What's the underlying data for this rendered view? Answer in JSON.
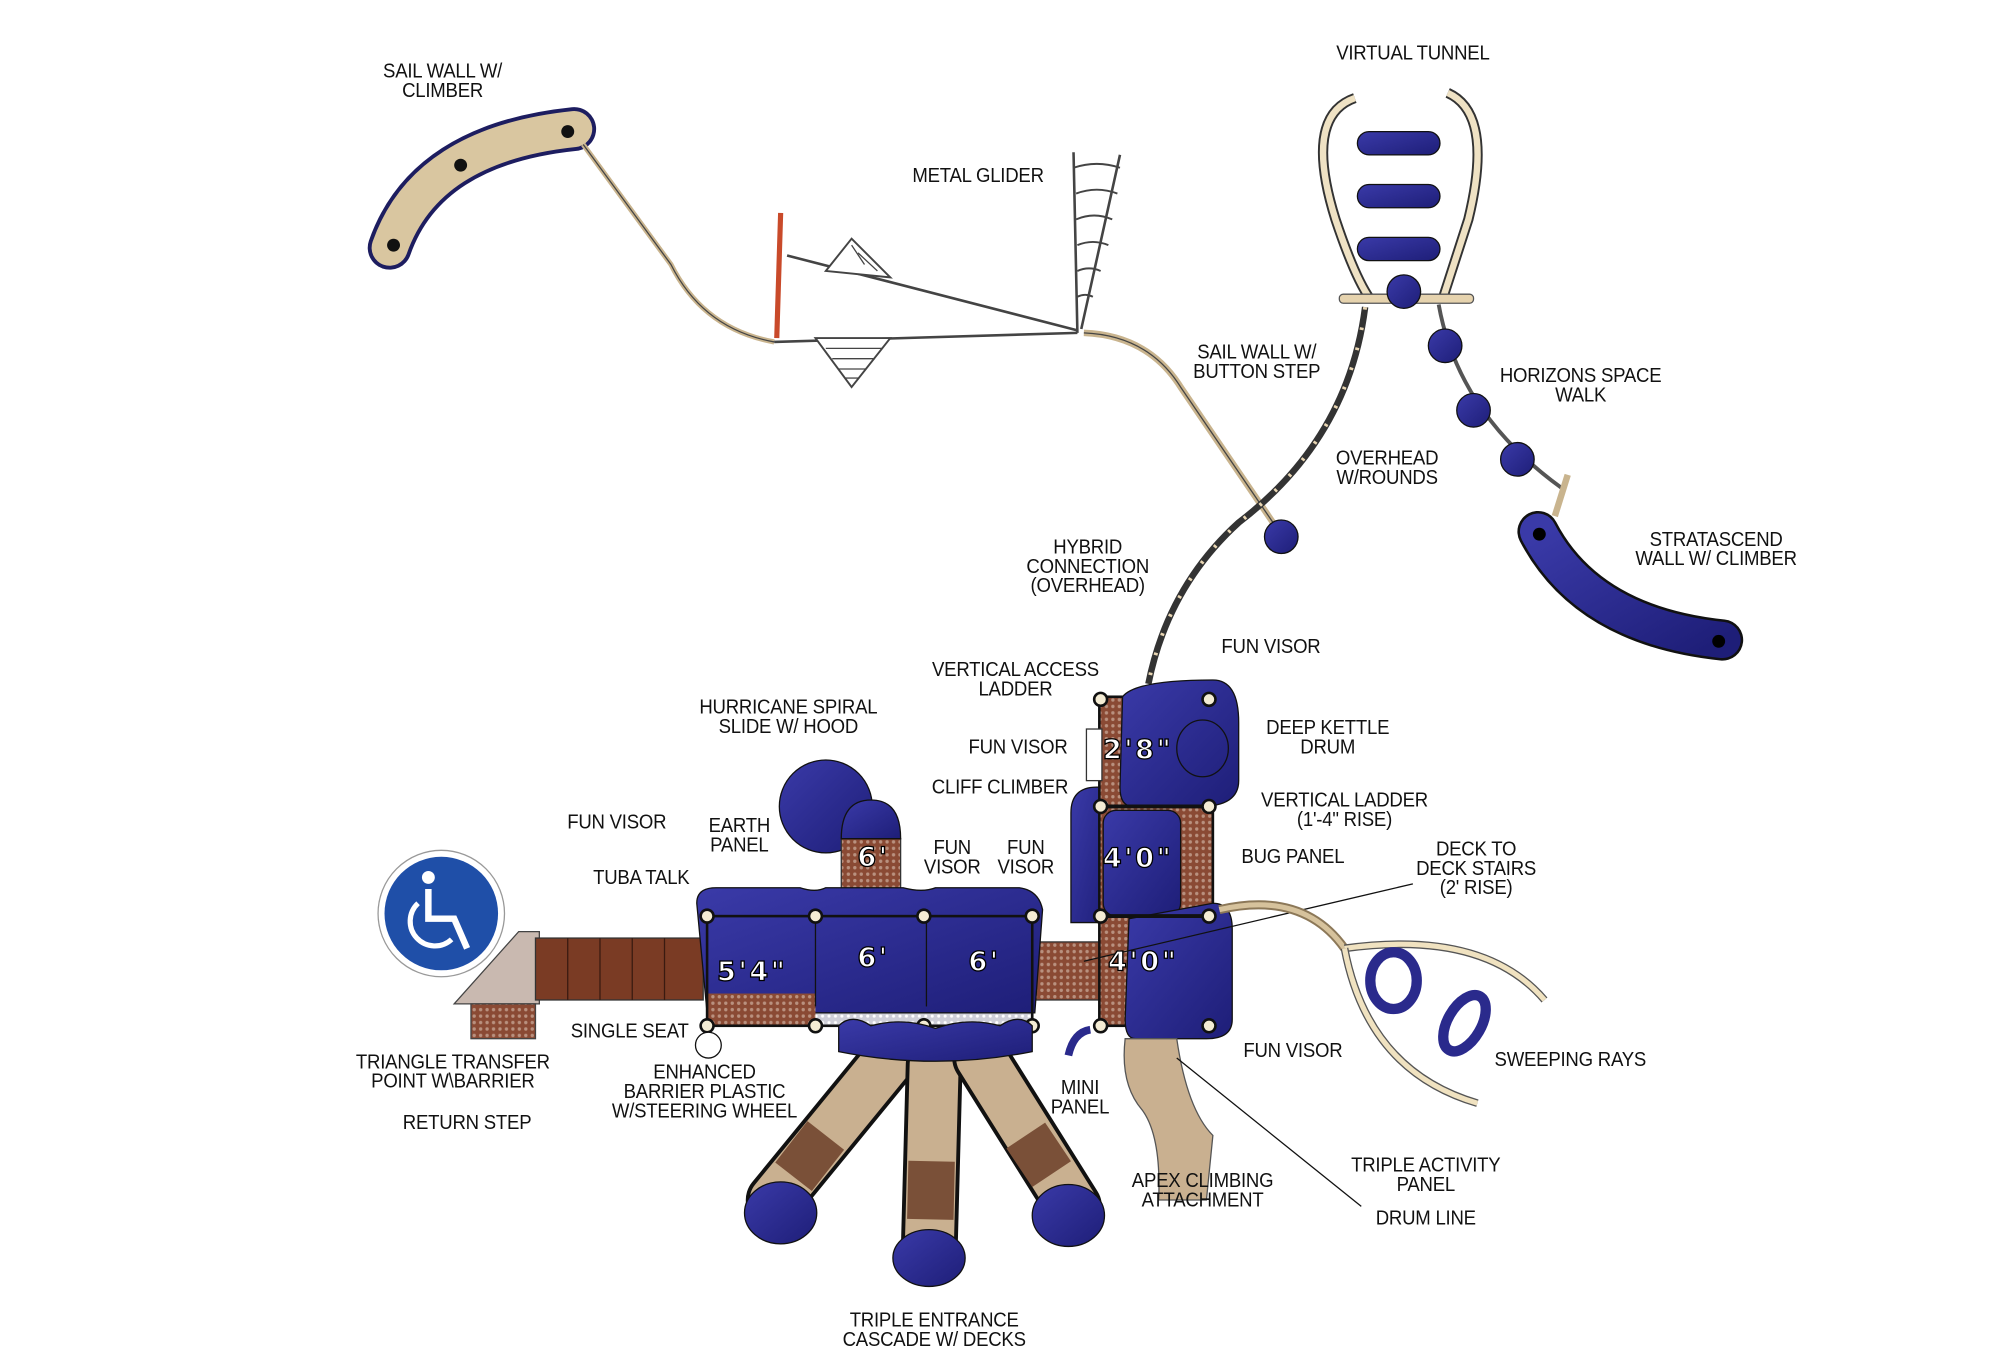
{
  "colors": {
    "navy": "#2a2a8c",
    "tan": "#d8c39c",
    "brown": "#7a3b24",
    "accessible_blue": "#1f4fa8"
  },
  "labels": {
    "sail_wall_climber": [
      "SAIL WALL W/",
      "CLIMBER"
    ],
    "virtual_tunnel": [
      "VIRTUAL TUNNEL"
    ],
    "metal_glider": [
      "METAL GLIDER"
    ],
    "sail_wall_button": [
      "SAIL WALL W/",
      "BUTTON STEP"
    ],
    "horizons": [
      "HORIZONS SPACE",
      "WALK"
    ],
    "overhead_rounds": [
      "OVERHEAD",
      "W/ROUNDS"
    ],
    "stratascend": [
      "STRATASCEND",
      "WALL W/ CLIMBER"
    ],
    "hybrid": [
      "HYBRID",
      "CONNECTION",
      "(OVERHEAD)"
    ],
    "fun_visor_1": [
      "FUN VISOR"
    ],
    "vertical_access": [
      "VERTICAL ACCESS",
      "LADDER"
    ],
    "hurricane": [
      "HURRICANE SPIRAL",
      "SLIDE W/ HOOD"
    ],
    "deep_kettle": [
      "DEEP KETTLE",
      "DRUM"
    ],
    "fun_visor_2": [
      "FUN VISOR"
    ],
    "cliff_climber": [
      "CLIFF CLIMBER"
    ],
    "vertical_ladder": [
      "VERTICAL LADDER",
      "(1'-4\" RISE)"
    ],
    "fun_visor_3": [
      "FUN VISOR"
    ],
    "earth_panel": [
      "EARTH",
      "PANEL"
    ],
    "fun_visor_4": [
      "FUN",
      "VISOR"
    ],
    "fun_visor_5": [
      "FUN",
      "VISOR"
    ],
    "bug_panel": [
      "BUG PANEL"
    ],
    "deck_stairs": [
      "DECK TO",
      "DECK STAIRS",
      "(2' RISE)"
    ],
    "tuba_talk": [
      "TUBA TALK"
    ],
    "single_seat": [
      "SINGLE SEAT"
    ],
    "triangle_transfer": [
      "TRIANGLE TRANSFER",
      "POINT W\\BARRIER"
    ],
    "fun_visor_6": [
      "FUN VISOR"
    ],
    "sweeping_rays": [
      "SWEEPING RAYS"
    ],
    "enhanced_barrier": [
      "ENHANCED",
      "BARRIER PLASTIC",
      "W/STEERING WHEEL"
    ],
    "mini_panel": [
      "MINI",
      "PANEL"
    ],
    "return_step": [
      "RETURN STEP"
    ],
    "triple_activity": [
      "TRIPLE ACTIVITY",
      "PANEL"
    ],
    "apex": [
      "APEX CLIMBING",
      "ATTACHMENT"
    ],
    "drum_line": [
      "DRUM LINE"
    ],
    "triple_cascade": [
      "TRIPLE ENTRANCE",
      "CASCADE W/ DECKS"
    ]
  },
  "deck_heights": {
    "d28": "2'8\"",
    "d40a": "4'0\"",
    "d40b": "4'0\"",
    "d54": "5'4\"",
    "d6tower": "6'",
    "d6a": "6'",
    "d6b": "6'"
  },
  "icons": {
    "accessibility": "wheelchair-icon"
  }
}
